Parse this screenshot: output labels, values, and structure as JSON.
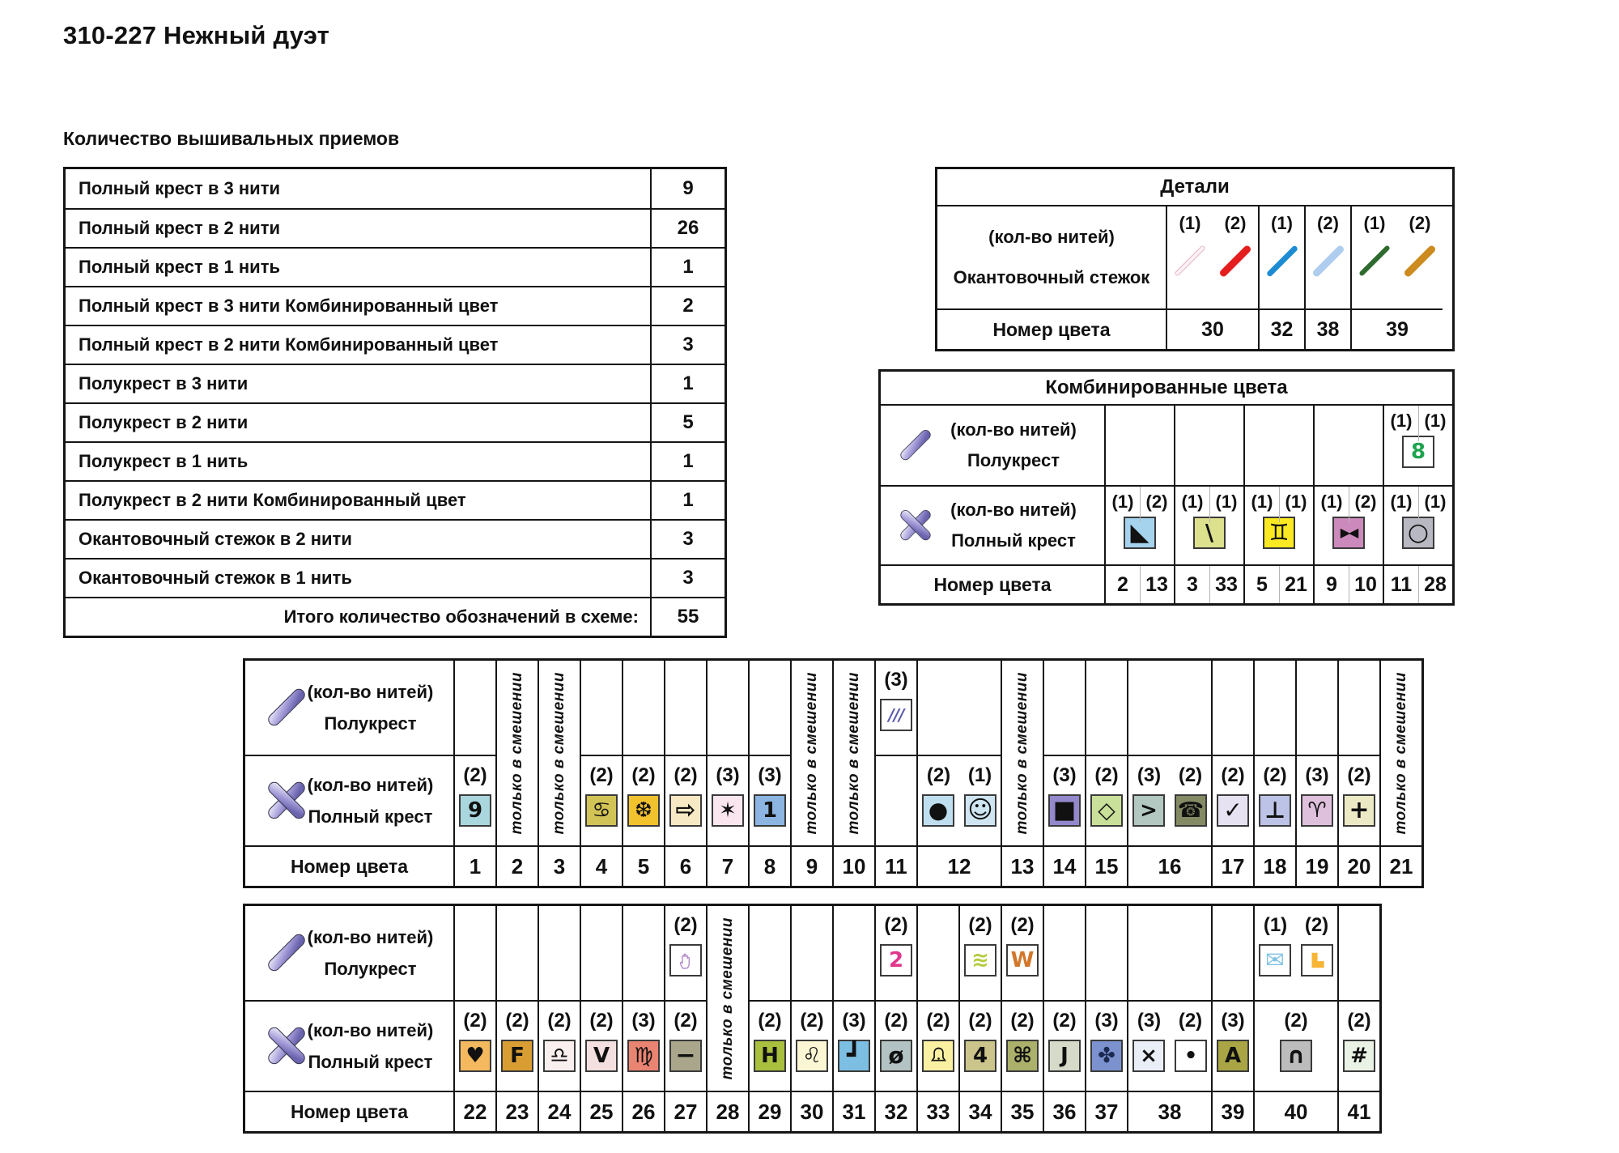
{
  "page": {
    "title": "310-227  Нежный дуэт",
    "subtitle": "Количество вышивальных приемов"
  },
  "techniques": {
    "rows": [
      {
        "label": "Полный крест в 3 нити",
        "value": "9"
      },
      {
        "label": "Полный крест в 2 нити",
        "value": "26"
      },
      {
        "label": "Полный крест в 1 нить",
        "value": "1"
      },
      {
        "label": "Полный крест в 3 нити Комбинированный цвет",
        "value": "2"
      },
      {
        "label": "Полный крест в 2 нити Комбинированный цвет",
        "value": "3"
      },
      {
        "label": "Полукрест в 3 нити",
        "value": "1"
      },
      {
        "label": "Полукрест в 2 нити",
        "value": "5"
      },
      {
        "label": "Полукрест в 1 нить",
        "value": "1"
      },
      {
        "label": "Полукрест в 2 нити Комбинированный цвет",
        "value": "1"
      },
      {
        "label": "Окантовочный стежок в 2 нити",
        "value": "3"
      },
      {
        "label": "Окантовочный стежок в 1 нить",
        "value": "3"
      },
      {
        "label": "Итого количество обозначений в схеме:",
        "value": "55",
        "total": true
      }
    ]
  },
  "details": {
    "title": "Детали",
    "threads_label": "(кол-во нитей)",
    "stitch_label": "Окантовочный стежок",
    "color_label": "Номер цвета",
    "groups": [
      {
        "number": "30",
        "lines": [
          {
            "count": "(1)",
            "color": "#fdf1f5",
            "border": "#e2b6c6",
            "thick": 6
          },
          {
            "count": "(2)",
            "color": "#e41e1e",
            "thick": 9
          }
        ]
      },
      {
        "number": "32",
        "lines": [
          {
            "count": "(1)",
            "color": "#1e8cd2",
            "thick": 7
          }
        ]
      },
      {
        "number": "38",
        "lines": [
          {
            "count": "(2)",
            "color": "#aecdef",
            "thick": 9
          }
        ]
      },
      {
        "number": "39",
        "lines": [
          {
            "count": "(1)",
            "color": "#2e6b2e",
            "thick": 6
          },
          {
            "count": "(2)",
            "color": "#cd8a1e",
            "thick": 9
          }
        ]
      }
    ]
  },
  "combined": {
    "title": "Комбинированные цвета",
    "pairs": [
      {
        "numbers": [
          "2",
          "13"
        ],
        "full": {
          "counts": [
            "(1)",
            "(2)"
          ],
          "symbol": {
            "glyph": "◣",
            "bg": "#a5d3ee",
            "fs": 30
          }
        }
      },
      {
        "numbers": [
          "3",
          "33"
        ],
        "full": {
          "counts": [
            "(1)",
            "(1)"
          ],
          "symbol": {
            "glyph": "\\",
            "bg": "#dde08c",
            "fs": 28
          }
        }
      },
      {
        "numbers": [
          "5",
          "21"
        ],
        "full": {
          "counts": [
            "(1)",
            "(1)"
          ],
          "symbol": {
            "glyph": "♊",
            "bg": "#f9e822",
            "fs": 28
          }
        }
      },
      {
        "numbers": [
          "9",
          "10"
        ],
        "full": {
          "counts": [
            "(1)",
            "(2)"
          ],
          "symbol": {
            "glyph": "▶◀",
            "bg": "#cc8abc",
            "fs": 16,
            "ls": "-2px"
          }
        }
      },
      {
        "numbers": [
          "11",
          "28"
        ],
        "half": {
          "counts": [
            "(1)",
            "(1)"
          ],
          "symbol": {
            "glyph": "8",
            "bg": "#ffffff",
            "fg": "#1fa34f"
          }
        },
        "full": {
          "counts": [
            "(1)",
            "(1)"
          ],
          "symbol": {
            "glyph": "○",
            "bg": "#b8b8c2",
            "fs": 30
          }
        }
      }
    ]
  },
  "legend_labels": {
    "threads": "(кол-во нитей)",
    "half": "Полукрест",
    "full": "Полный крест",
    "color": "Номер цвета",
    "mix": "только в смешении"
  },
  "legend1": {
    "columns": [
      {
        "number": "1",
        "full": {
          "counts": [
            "(2)"
          ],
          "symbols": [
            {
              "glyph": "9",
              "bg": "#aad6de"
            }
          ]
        }
      },
      {
        "number": "2",
        "mix": true
      },
      {
        "number": "3",
        "mix": true
      },
      {
        "number": "4",
        "full": {
          "counts": [
            "(2)"
          ],
          "symbols": [
            {
              "glyph": "♋",
              "bg": "#d2c356"
            }
          ]
        }
      },
      {
        "number": "5",
        "full": {
          "counts": [
            "(2)"
          ],
          "symbols": [
            {
              "glyph": "❆",
              "bg": "#f2c12e"
            }
          ]
        }
      },
      {
        "number": "6",
        "full": {
          "counts": [
            "(2)"
          ],
          "symbols": [
            {
              "glyph": "⇨",
              "bg": "#f6e9c3",
              "fs": 30
            }
          ]
        }
      },
      {
        "number": "7",
        "full": {
          "counts": [
            "(3)"
          ],
          "symbols": [
            {
              "glyph": "✶",
              "bg": "#f9e6ee"
            }
          ]
        }
      },
      {
        "number": "8",
        "full": {
          "counts": [
            "(3)"
          ],
          "symbols": [
            {
              "glyph": "1",
              "bg": "#8cb5e1"
            }
          ]
        }
      },
      {
        "number": "9",
        "mix": true
      },
      {
        "number": "10",
        "mix": true
      },
      {
        "number": "11",
        "half": {
          "counts": [
            "(3)"
          ],
          "symbols": [
            {
              "glyph": "///",
              "bg": "#ffffff",
              "fg": "#5a5aad",
              "italic": true,
              "fs": 20,
              "ls": "-1px"
            }
          ]
        }
      },
      {
        "number": "12",
        "width": 2,
        "full": {
          "counts": [
            "(2)",
            "(1)"
          ],
          "symbols": [
            {
              "glyph": "●",
              "bg": "#bfdff0",
              "fs": 28
            },
            {
              "glyph": "☺",
              "bg": "#cfe6f2",
              "fs": 30
            }
          ]
        }
      },
      {
        "number": "13",
        "mix": true
      },
      {
        "number": "14",
        "full": {
          "counts": [
            "(3)"
          ],
          "symbols": [
            {
              "glyph": "■",
              "bg": "#9388cb",
              "fs": 30
            }
          ]
        }
      },
      {
        "number": "15",
        "full": {
          "counts": [
            "(2)"
          ],
          "symbols": [
            {
              "glyph": "◇",
              "bg": "#c9e09a",
              "fs": 28
            }
          ]
        }
      },
      {
        "number": "16",
        "width": 2,
        "full": {
          "counts": [
            "(3)",
            "(2)"
          ],
          "symbols": [
            {
              "glyph": ">",
              "bg": "#b2c8c0"
            },
            {
              "glyph": "☎",
              "bg": "#848b64"
            }
          ]
        }
      },
      {
        "number": "17",
        "full": {
          "counts": [
            "(2)"
          ],
          "symbols": [
            {
              "glyph": "✓",
              "bg": "#e7e2f2",
              "fs": 28
            }
          ]
        }
      },
      {
        "number": "18",
        "full": {
          "counts": [
            "(2)"
          ],
          "symbols": [
            {
              "glyph": "⊥",
              "bg": "#bcc3e6",
              "fs": 28
            }
          ]
        }
      },
      {
        "number": "19",
        "full": {
          "counts": [
            "(3)"
          ],
          "symbols": [
            {
              "glyph": "♈",
              "bg": "#dfc0dc"
            }
          ]
        }
      },
      {
        "number": "20",
        "full": {
          "counts": [
            "(2)"
          ],
          "symbols": [
            {
              "glyph": "+",
              "bg": "#ece9c5",
              "fs": 30
            }
          ]
        }
      },
      {
        "number": "21",
        "mix": true
      }
    ]
  },
  "legend2": {
    "columns": [
      {
        "number": "22",
        "full": {
          "counts": [
            "(2)"
          ],
          "symbols": [
            {
              "glyph": "♥",
              "bg": "#f4b95e"
            }
          ]
        }
      },
      {
        "number": "23",
        "full": {
          "counts": [
            "(2)"
          ],
          "symbols": [
            {
              "glyph": "F",
              "bg": "#d99e33"
            }
          ]
        }
      },
      {
        "number": "24",
        "full": {
          "counts": [
            "(2)"
          ],
          "symbols": [
            {
              "glyph": "♎",
              "bg": "#f9efef"
            }
          ]
        }
      },
      {
        "number": "25",
        "full": {
          "counts": [
            "(2)"
          ],
          "symbols": [
            {
              "glyph": "V",
              "bg": "#f3dfdf"
            }
          ]
        }
      },
      {
        "number": "26",
        "full": {
          "counts": [
            "(3)"
          ],
          "symbols": [
            {
              "glyph": "♍",
              "bg": "#ea8472"
            }
          ]
        }
      },
      {
        "number": "27",
        "half": {
          "counts": [
            "(2)"
          ],
          "symbols": [
            {
              "glyph": "svg:hand",
              "bg": "#ffffff"
            }
          ]
        },
        "full": {
          "counts": [
            "(2)"
          ],
          "symbols": [
            {
              "glyph": "−",
              "bg": "#a9a68b",
              "fs": 30
            }
          ]
        }
      },
      {
        "number": "28",
        "mix": true
      },
      {
        "number": "29",
        "full": {
          "counts": [
            "(2)"
          ],
          "symbols": [
            {
              "glyph": "H",
              "bg": "#a9bf3e"
            }
          ]
        }
      },
      {
        "number": "30",
        "full": {
          "counts": [
            "(2)"
          ],
          "symbols": [
            {
              "glyph": "♌",
              "bg": "#fbf6d3"
            }
          ]
        }
      },
      {
        "number": "31",
        "full": {
          "counts": [
            "(3)"
          ],
          "symbols": [
            {
              "glyph": "┛",
              "bg": "#7cbfe3",
              "fs": 30
            }
          ]
        }
      },
      {
        "number": "32",
        "half": {
          "counts": [
            "(2)"
          ],
          "symbols": [
            {
              "glyph": "2",
              "bg": "#ffffff",
              "fg": "#e0368c"
            }
          ]
        },
        "full": {
          "counts": [
            "(2)"
          ],
          "symbols": [
            {
              "glyph": "ø",
              "bg": "#b3c3c3",
              "fs": 28
            }
          ]
        }
      },
      {
        "number": "33",
        "full": {
          "counts": [
            "(2)"
          ],
          "symbols": [
            {
              "glyph": "svg:bell",
              "bg": "#f9f0a2"
            }
          ]
        }
      },
      {
        "number": "34",
        "half": {
          "counts": [
            "(2)"
          ],
          "symbols": [
            {
              "glyph": "≋",
              "bg": "#ffffff",
              "fg": "#b5cc40"
            }
          ]
        },
        "full": {
          "counts": [
            "(2)"
          ],
          "symbols": [
            {
              "glyph": "4",
              "bg": "#cbc48b"
            }
          ]
        }
      },
      {
        "number": "35",
        "half": {
          "counts": [
            "(2)"
          ],
          "symbols": [
            {
              "glyph": "W",
              "bg": "#ffffff",
              "fg": "#d2772a"
            }
          ]
        },
        "full": {
          "counts": [
            "(2)"
          ],
          "symbols": [
            {
              "glyph": "⌘",
              "bg": "#abb06a"
            }
          ]
        }
      },
      {
        "number": "36",
        "full": {
          "counts": [
            "(2)"
          ],
          "symbols": [
            {
              "glyph": "J",
              "bg": "#d6dbc9"
            }
          ]
        }
      },
      {
        "number": "37",
        "full": {
          "counts": [
            "(3)"
          ],
          "symbols": [
            {
              "glyph": "✤",
              "bg": "#7b92cf",
              "fg": "#1c2a50"
            }
          ]
        }
      },
      {
        "number": "38",
        "width": 2,
        "full": {
          "counts": [
            "(3)",
            "(2)"
          ],
          "symbols": [
            {
              "glyph": "×",
              "bg": "#e9eef7"
            },
            {
              "glyph": "•",
              "bg": "#ffffff"
            }
          ]
        }
      },
      {
        "number": "39",
        "full": {
          "counts": [
            "(3)"
          ],
          "symbols": [
            {
              "glyph": "A",
              "bg": "#a9a545"
            }
          ]
        }
      },
      {
        "number": "40",
        "width": 2,
        "half": {
          "counts": [
            "(1)",
            "(2)"
          ],
          "symbols": [
            {
              "glyph": "✉",
              "bg": "#ffffff",
              "fg": "#7ec3e4",
              "fs": 28
            },
            {
              "glyph": "svg:lblock",
              "bg": "#ffffff"
            }
          ]
        },
        "full": {
          "counts": [
            "(2)"
          ],
          "symbols": [
            {
              "glyph": "∩",
              "bg": "#bcbcbc",
              "fs": 28
            }
          ]
        }
      },
      {
        "number": "41",
        "full": {
          "counts": [
            "(2)"
          ],
          "symbols": [
            {
              "glyph": "#",
              "bg": "#e9f2e5"
            }
          ]
        }
      }
    ]
  }
}
